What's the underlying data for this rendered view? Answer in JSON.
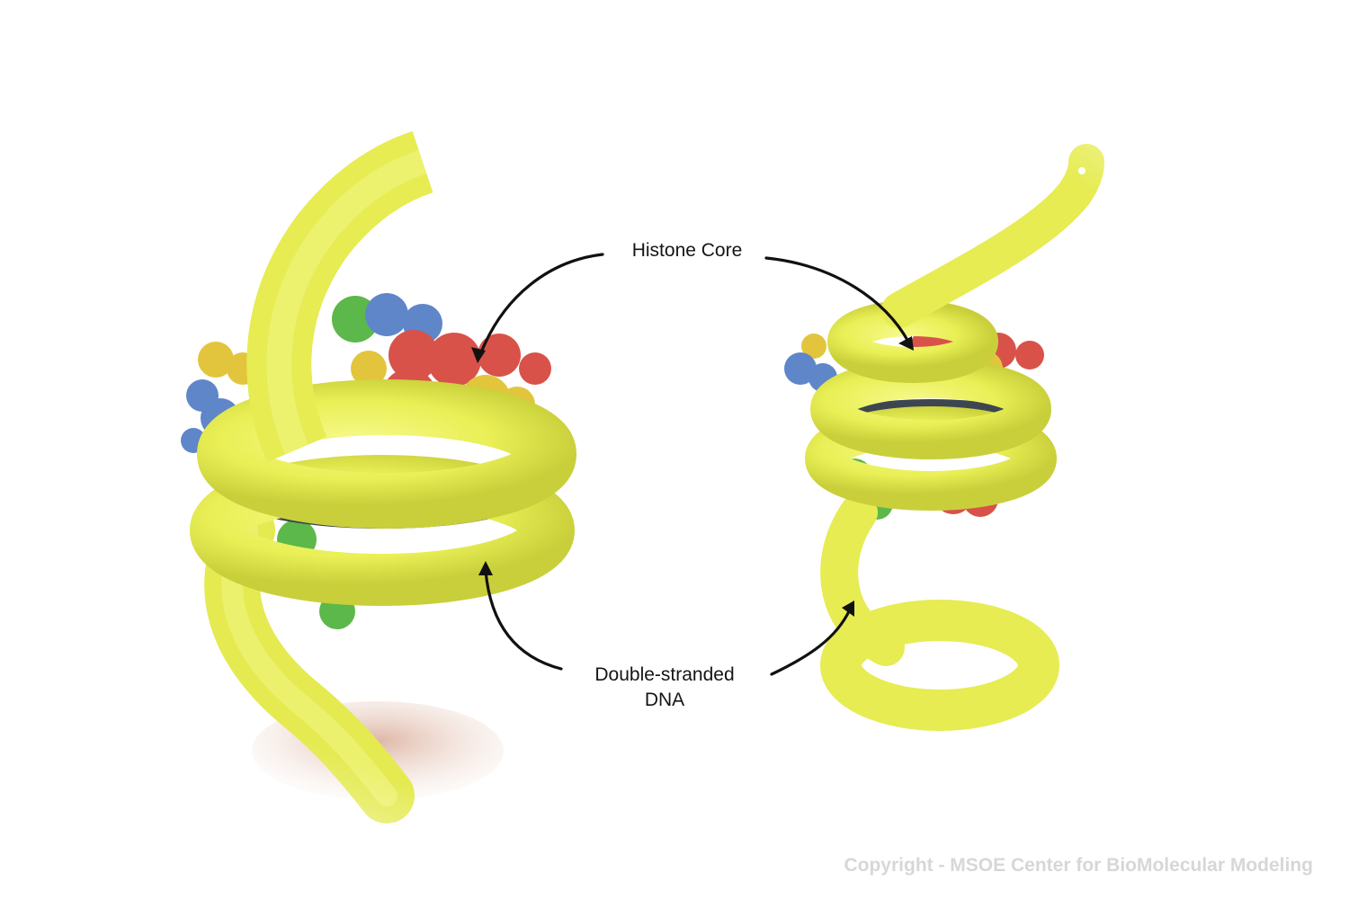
{
  "labels": {
    "histone_core": "Histone Core",
    "dna_line1": "Double-stranded",
    "dna_line2": "DNA"
  },
  "copyright": "Copyright - MSOE Center for BioMolecular Modeling",
  "colors": {
    "background": "#ffffff",
    "dna_tube": "#e9ef55",
    "histone_red": "#d8524a",
    "histone_yellow": "#e2c53c",
    "histone_blue": "#5f86c9",
    "histone_green": "#5cb84a",
    "dark_band": "#3d4650",
    "arrow": "#111111",
    "copyright_text": "#d7d7d7"
  },
  "icons": [
    "arrow-histone-left",
    "arrow-histone-right",
    "arrow-dna-left",
    "arrow-dna-right"
  ]
}
